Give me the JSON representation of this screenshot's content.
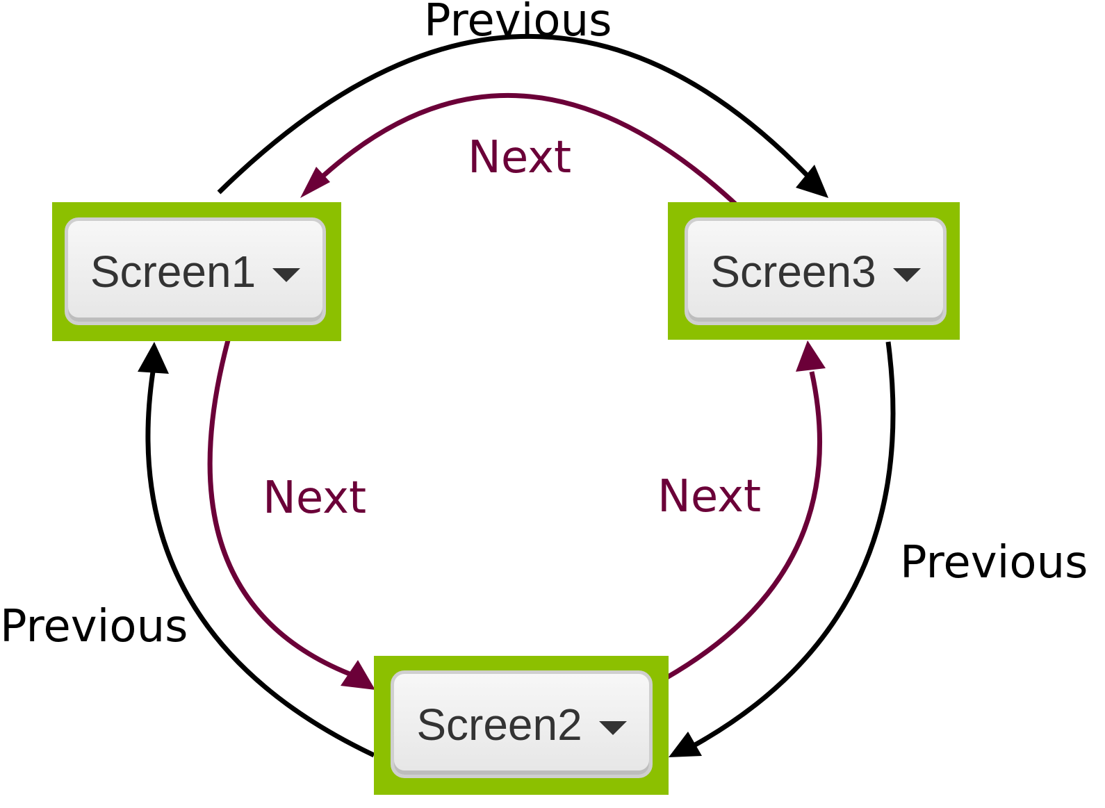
{
  "screens": [
    {
      "id": "screen1",
      "label": "Screen1"
    },
    {
      "id": "screen2",
      "label": "Screen2"
    },
    {
      "id": "screen3",
      "label": "Screen3"
    }
  ],
  "edges": {
    "top_previous": "Previous",
    "top_next": "Next",
    "left_next": "Next",
    "right_next": "Next",
    "right_previous": "Previous",
    "left_previous": "Previous"
  },
  "colors": {
    "frame": "#8cc000",
    "previous_arrow": "#000000",
    "next_arrow": "#6b0038",
    "button_text": "#333333"
  },
  "icons": {
    "dropdown": "caret-down-icon"
  }
}
